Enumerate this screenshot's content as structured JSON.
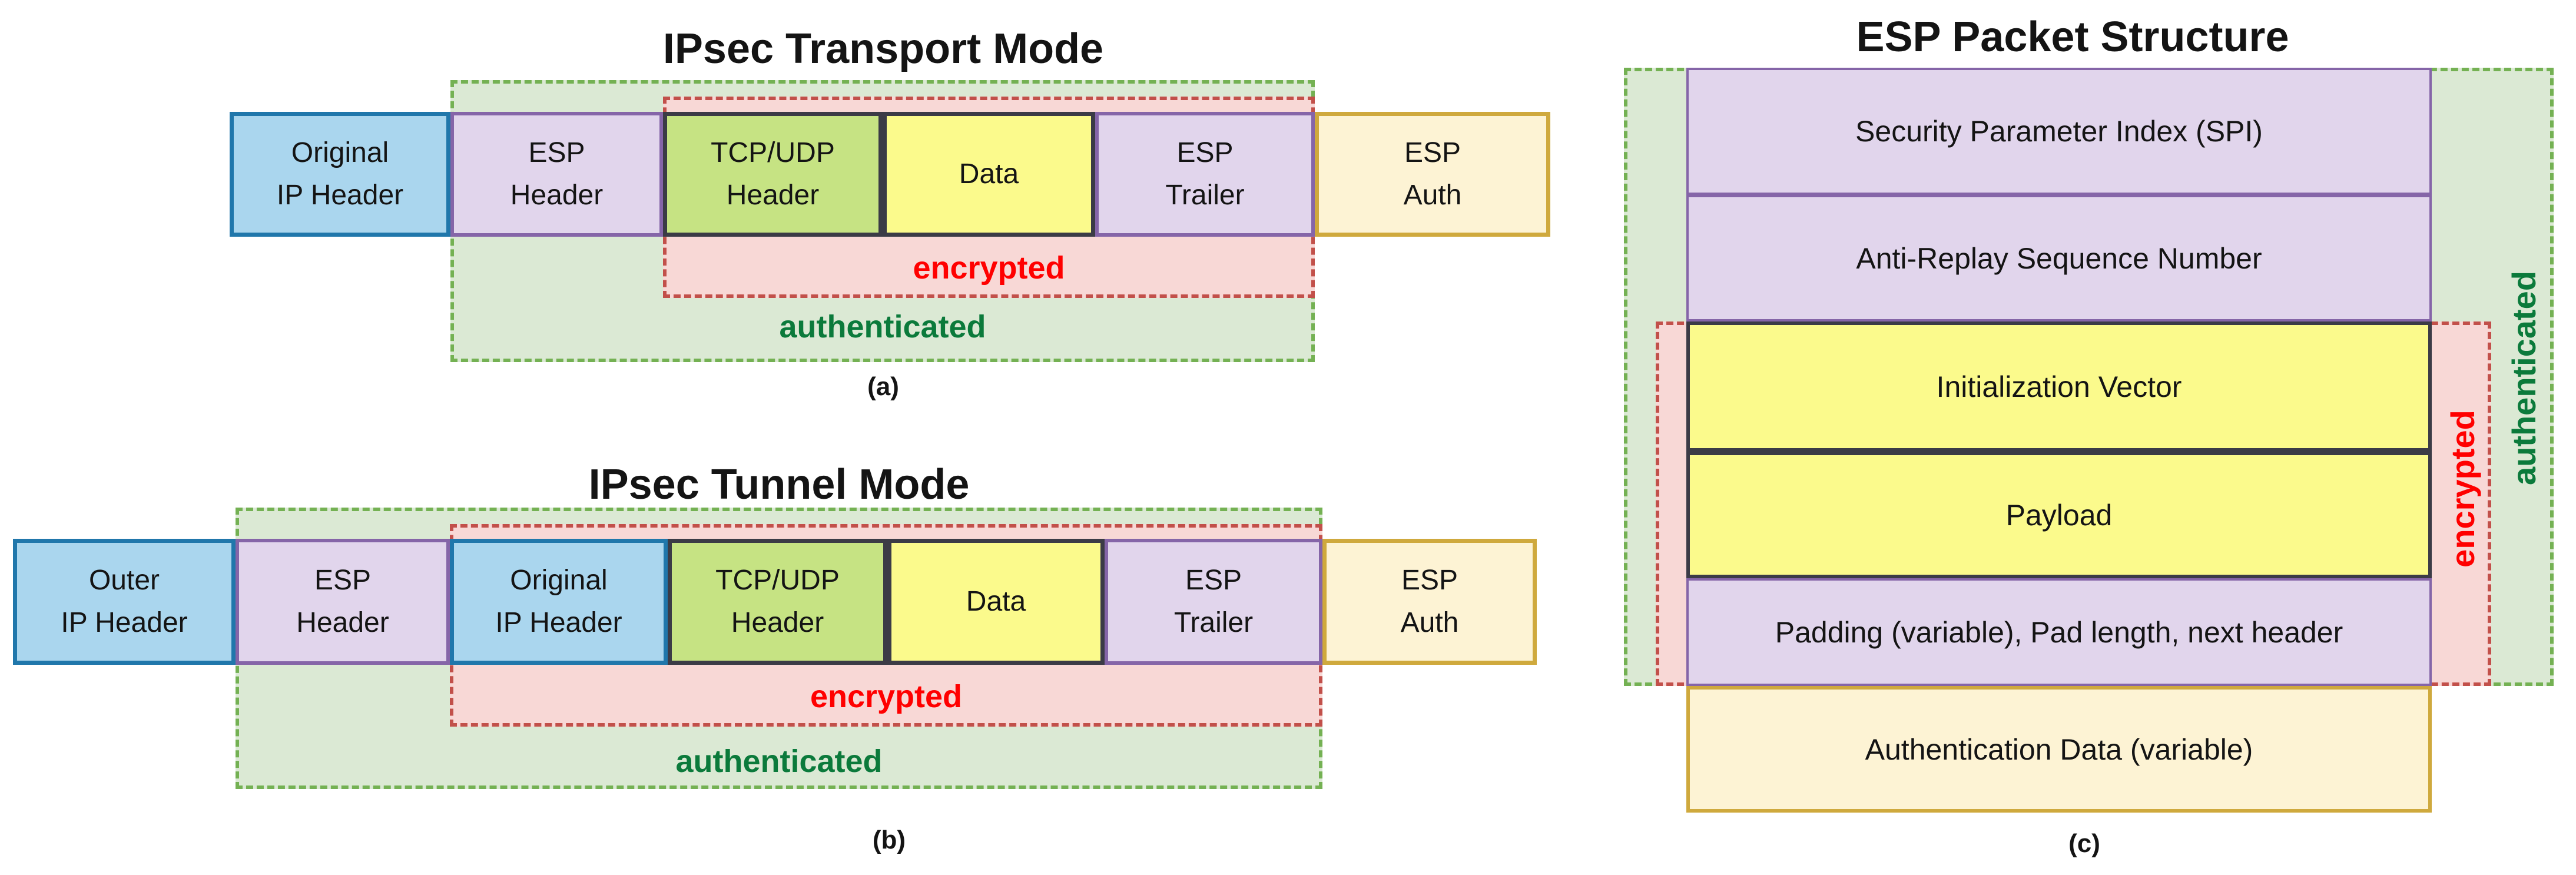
{
  "colors": {
    "text": "#141414",
    "blue-fill": "#aad6ee",
    "blue-border": "#2077ab",
    "purple-fill": "#e1d5ec",
    "purple-border": "#8565a8",
    "green-box-fill": "#c6e383",
    "yellow-fill": "#fbfa8c",
    "cream-fill": "#fdf3d4",
    "gold-border": "#cfa93d",
    "dark-border": "#3b3b46",
    "auth-area-fill": "#dbe9d4",
    "auth-dash": "#74b153",
    "enc-area-fill": "#f8d8d6",
    "enc-dash": "#c2504a",
    "enc-text": "#ff0000",
    "auth-text": "#0b7a3b"
  },
  "transport": {
    "title": "IPsec Transport Mode",
    "caption": "(a)",
    "encrypted_label": "encrypted",
    "authenticated_label": "authenticated",
    "boxes": [
      {
        "label": "Original\nIP Header"
      },
      {
        "label": "ESP\nHeader"
      },
      {
        "label": "TCP/UDP\nHeader"
      },
      {
        "label": "Data"
      },
      {
        "label": "ESP\nTrailer"
      },
      {
        "label": "ESP\nAuth"
      }
    ]
  },
  "tunnel": {
    "title": "IPsec Tunnel Mode",
    "caption": "(b)",
    "encrypted_label": "encrypted",
    "authenticated_label": "authenticated",
    "boxes": [
      {
        "label": "Outer\nIP Header"
      },
      {
        "label": "ESP\nHeader"
      },
      {
        "label": "Original\nIP Header"
      },
      {
        "label": "TCP/UDP\nHeader"
      },
      {
        "label": "Data"
      },
      {
        "label": "ESP\nTrailer"
      },
      {
        "label": "ESP\nAuth"
      }
    ]
  },
  "esp": {
    "title": "ESP Packet Structure",
    "caption": "(c)",
    "encrypted_label": "encrypted",
    "authenticated_label": "authenticated",
    "rows": [
      {
        "label": "Security Parameter Index (SPI)"
      },
      {
        "label": "Anti-Replay Sequence Number"
      },
      {
        "label": "Initialization Vector"
      },
      {
        "label": "Payload"
      },
      {
        "label": "Padding (variable), Pad length, next header"
      },
      {
        "label": "Authentication Data (variable)"
      }
    ]
  }
}
